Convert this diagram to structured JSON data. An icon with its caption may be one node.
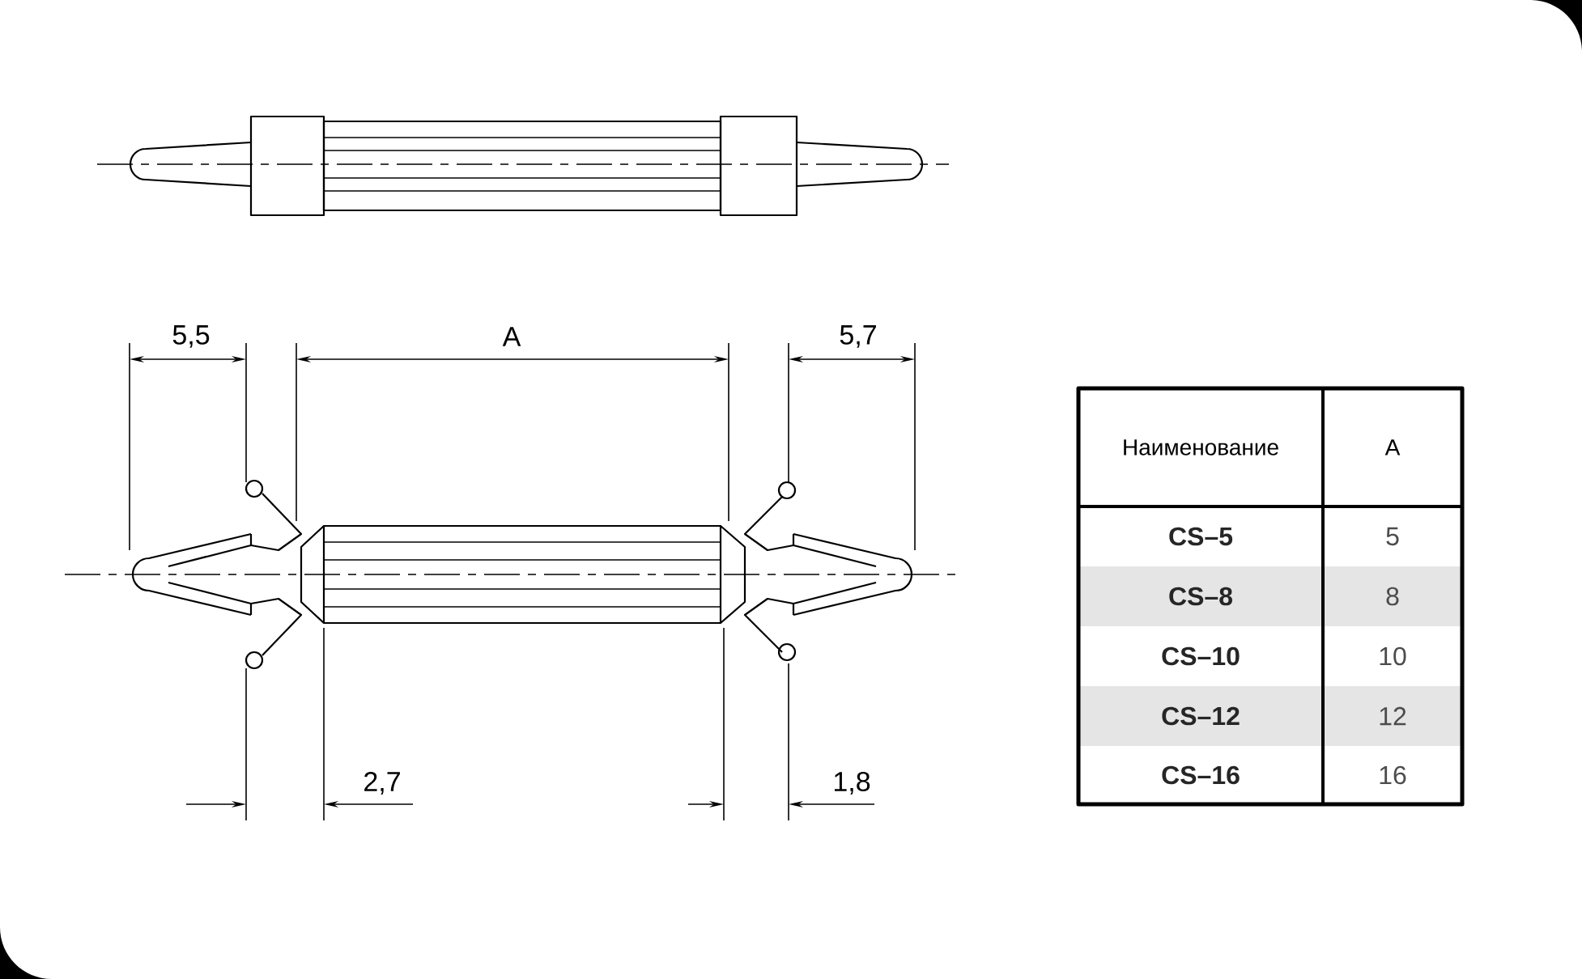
{
  "diagram": {
    "labels": [
      "5,5",
      "A",
      "5,7",
      "2,7",
      "1,8",
      "Наименование",
      "A",
      "CS–5",
      "5",
      "CS–8",
      "8",
      "CS–10",
      "10",
      "CS–12",
      "12",
      "CS–16",
      "16"
    ]
  }
}
